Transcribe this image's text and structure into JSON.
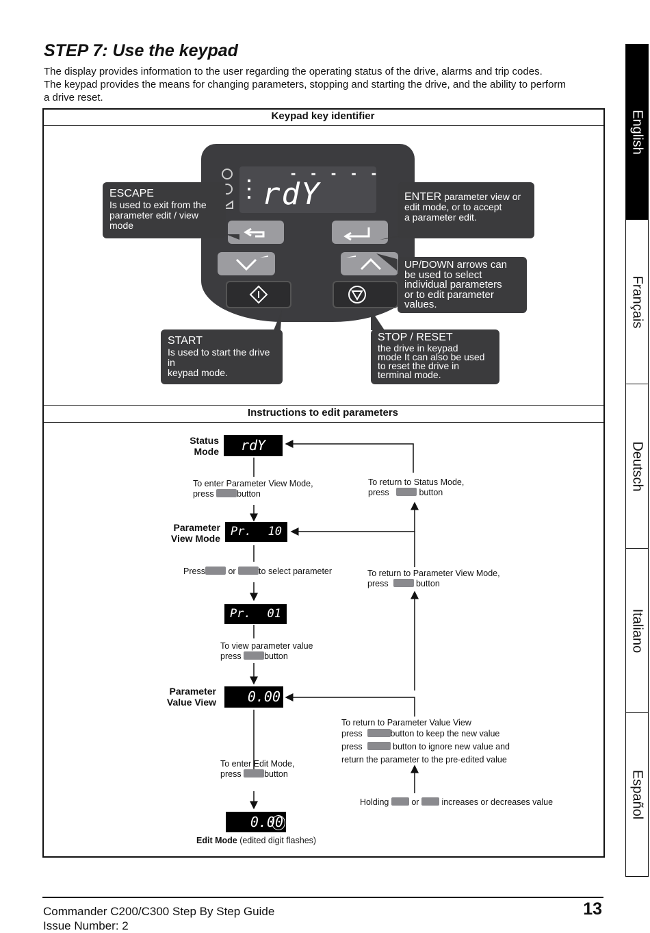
{
  "title": "STEP 7:  Use the keypad",
  "intro": [
    "The display provides information to the user regarding the operating status of the drive, alarms and trip codes.",
    "The keypad provides the means for changing parameters, stopping and starting the drive, and the ability to perform",
    "a drive reset."
  ],
  "sections": {
    "keypad": "Keypad key identifier",
    "instructions": "Instructions to edit parameters"
  },
  "keypad": {
    "lcd_dashes": "- - - - -",
    "lcd_text": "rdY",
    "escape": {
      "title": "ESCAPE",
      "body": [
        "Is used to exit from the",
        "parameter edit / view",
        "mode"
      ]
    },
    "enter": {
      "title": "ENTER",
      "body_first": " parameter view or",
      "body": [
        "edit  mode, or to accept",
        "a parameter edit."
      ]
    },
    "updown": {
      "body": [
        "UP/DOWN arrows can",
        "be used to select",
        "individual parameters",
        "or to edit parameter",
        "values."
      ]
    },
    "start": {
      "title": "START",
      "body": [
        "Is used to start the drive in",
        "keypad mode."
      ]
    },
    "stop": {
      "title": "STOP / RESET",
      "body": [
        "the drive in keypad",
        "mode It can also be used",
        "to reset the drive in",
        "terminal mode."
      ]
    }
  },
  "flow": {
    "status_mode": [
      "Status",
      "Mode"
    ],
    "status_display": "rdY",
    "param_view_mode": [
      "Parameter",
      "View Mode"
    ],
    "param_view_display_left": "Pr.",
    "param_view_display_right": "10",
    "param_display2_left": "Pr.",
    "param_display2_right": "01",
    "param_value_view": [
      "Parameter",
      "Value View"
    ],
    "value_display": "0.00",
    "edit_display": "0.00",
    "edit_mode_label": "Edit Mode",
    "edit_mode_note": " (edited digit flashes)",
    "enter_param_view": [
      "To enter Parameter View Mode,",
      "press",
      "button"
    ],
    "return_status": [
      "To return to Status Mode,",
      "press",
      "button"
    ],
    "press_select": [
      "Press",
      "or",
      "to select parameter"
    ],
    "return_param_view": [
      "To return to Parameter View Mode,",
      "press",
      "button"
    ],
    "view_value": [
      "To view parameter value",
      "press",
      "button"
    ],
    "return_value_view": [
      "To return to Parameter Value View",
      "press",
      "button to keep the new value",
      "press",
      "button to ignore new value and",
      "return the parameter to the pre-edited value"
    ],
    "enter_edit": [
      "To enter Edit Mode,",
      "press",
      "button"
    ],
    "holding": [
      "Holding",
      "or",
      "increases or decreases value"
    ]
  },
  "tabs": [
    "English",
    "Français",
    "Deutsch",
    "Italiano",
    "Español"
  ],
  "footer": {
    "guide": "Commander C200/C300 Step By Step Guide",
    "issue": "Issue Number: 2",
    "page": "13"
  }
}
